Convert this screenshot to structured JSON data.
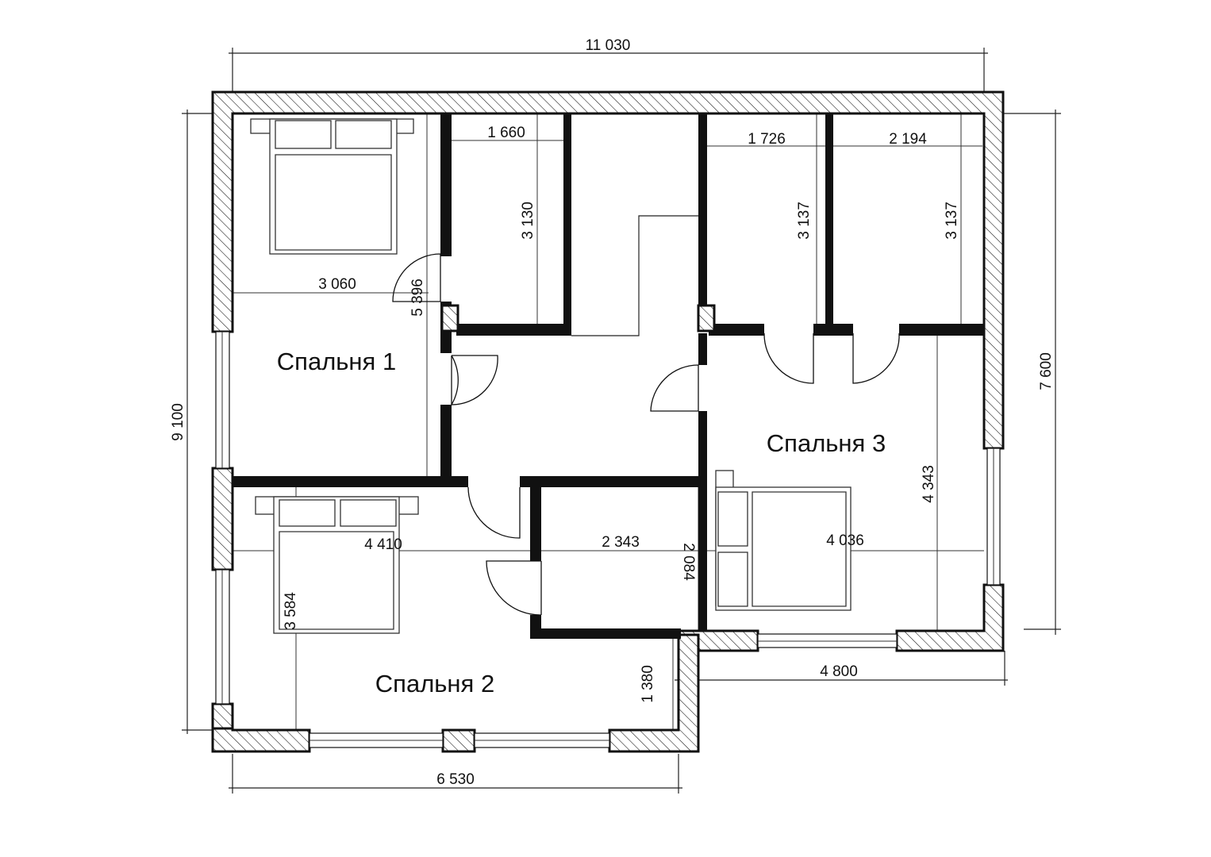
{
  "dimensions": {
    "total_width": "11 030",
    "total_height": "9 100",
    "right_height": "7 600",
    "bottom_left_width": "6 530",
    "bottom_right_width": "4 800",
    "step_height": "1 380",
    "closet1_width": "1 660",
    "closet1_height": "3 130",
    "closet2_width": "1 726",
    "closet2_height": "3 137",
    "closet3_width": "2 194",
    "closet3_height": "3 137",
    "bedroom1_width": "3 060",
    "bedroom1_height": "5 396",
    "bedroom2_width": "4 410",
    "bedroom2_height": "3 584",
    "bath_width": "2 343",
    "bath_height": "2 084",
    "bedroom3_width": "4 036",
    "bedroom3_height": "4 343"
  },
  "rooms": {
    "bedroom1": "Спальня 1",
    "bedroom2": "Спальня 2",
    "bedroom3": "Спальня 3"
  }
}
